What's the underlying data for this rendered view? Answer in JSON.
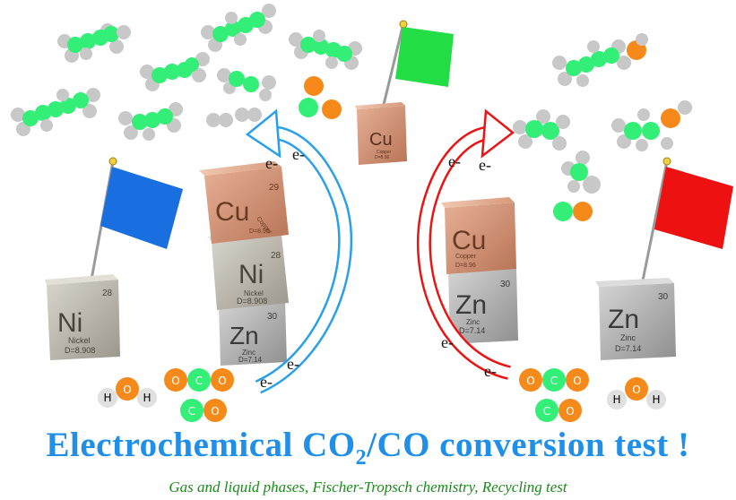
{
  "title": {
    "part1": "Electrochemical CO",
    "sub": "2",
    "part2": "/CO conversion test !"
  },
  "subtitle": "Gas and liquid phases,  Fischer-Tropsch chemistry,  Recycling test",
  "electron_label": "e-",
  "cubes": {
    "cu": {
      "symbol": "Cu",
      "number": "29",
      "name": "Copper",
      "density": "D=8.96"
    },
    "ni": {
      "symbol": "Ni",
      "number": "28",
      "name": "Nickel",
      "density": "D=8.908"
    },
    "zn": {
      "symbol": "Zn",
      "number": "30",
      "name": "Zinc",
      "density": "D=7.14"
    }
  },
  "atoms": {
    "h": "H",
    "o": "O",
    "c": "C"
  },
  "colors": {
    "title": "#1f8fe8",
    "subtitle": "#1a8a1a",
    "carbon": "#33ee77",
    "hydrogen": "#c8c8c8",
    "oxygen": "#f58a1a",
    "blue_flag": "#1a6fe0",
    "green_flag": "#22dd44",
    "red_flag": "#ee1111",
    "blue_arrow": "#2aa0e8",
    "red_arrow": "#e81515",
    "copper": "#c98a66",
    "nickel": "#bdb9b0",
    "zinc": "#b3b3b3"
  }
}
